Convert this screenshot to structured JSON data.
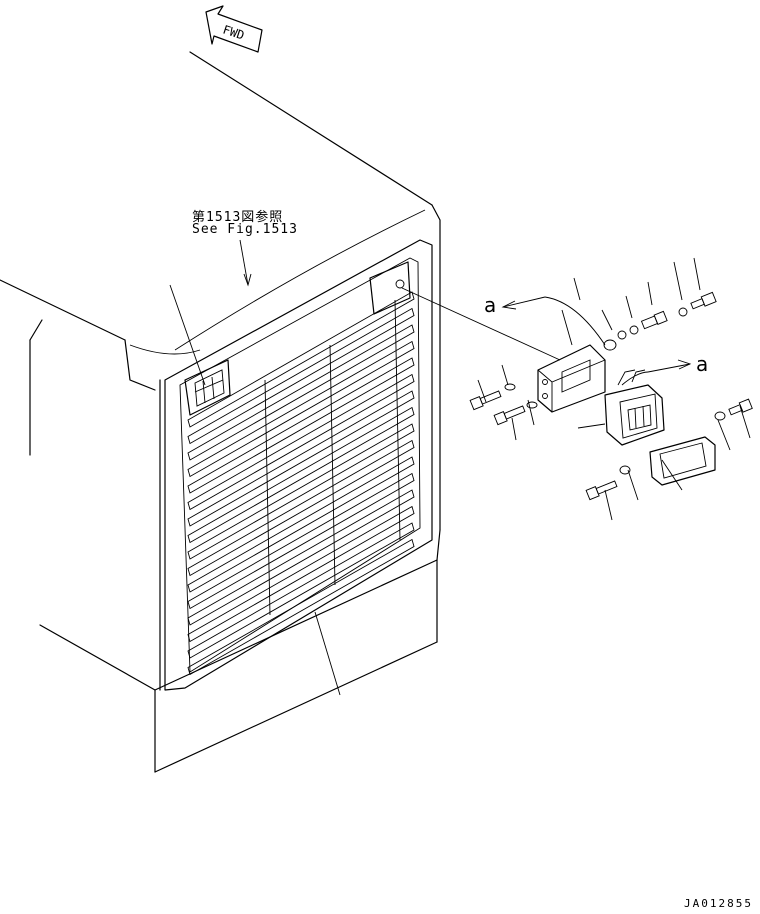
{
  "direction_marker": {
    "text": "FWD"
  },
  "reference": {
    "japanese": "第1513図参照",
    "english": "See Fig.1513"
  },
  "callouts": {
    "upper": "a",
    "lower": "a"
  },
  "drawing_code": "JA012855"
}
